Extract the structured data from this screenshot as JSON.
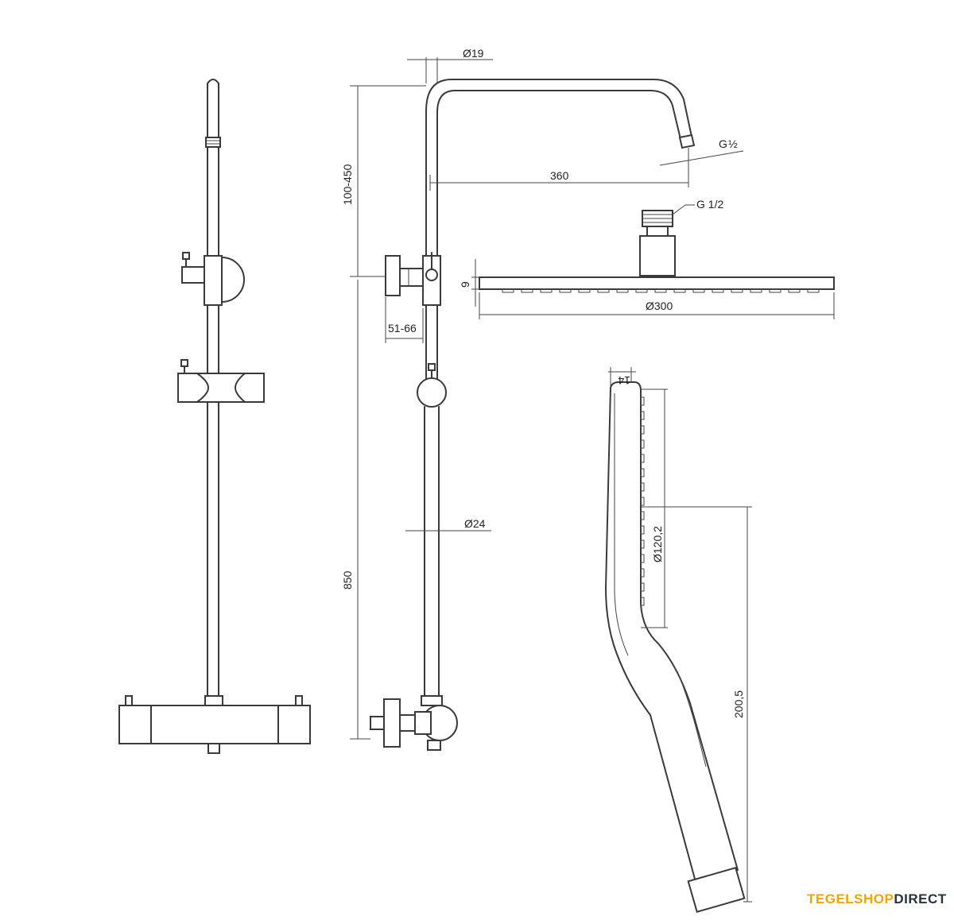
{
  "dimensions": {
    "top_tube_diameter": "Ø19",
    "height_adjust": "100-450",
    "arm_length": "360",
    "arm_thread": "G",
    "arm_thread_fraction": "½",
    "head_thread": "G 1/2",
    "head_thickness": "9",
    "head_diameter": "Ø300",
    "holder_offset": "51-66",
    "rail_diameter": "Ø24",
    "rail_height": "850",
    "handshower_thickness": "14",
    "handshower_face": "Ø120,2",
    "handshower_length": "200,5"
  },
  "brand": {
    "part1": "TEGELSHOP",
    "part2": "DIRECT",
    "color_accent": "#f0a500",
    "color_dark": "#27323f"
  }
}
